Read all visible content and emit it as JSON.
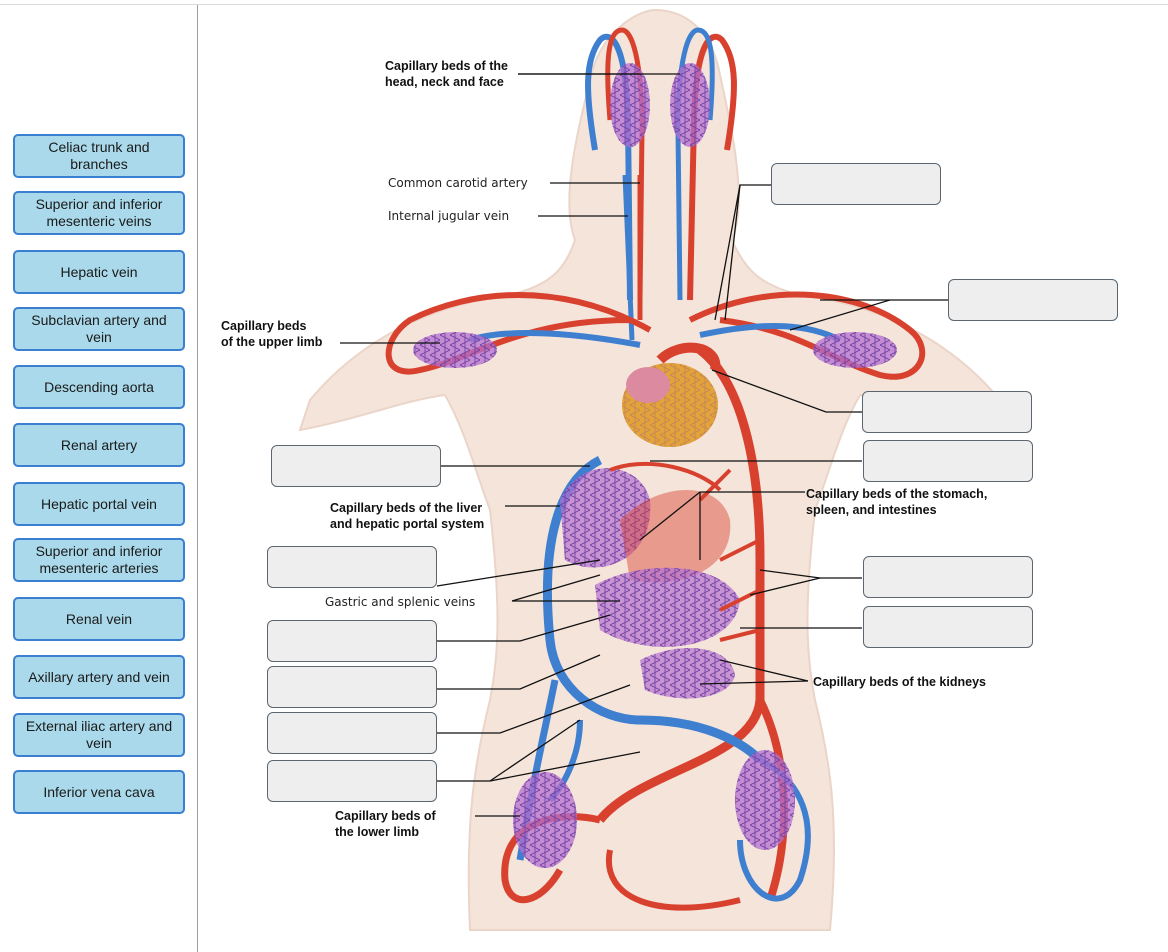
{
  "word_bank": [
    "Celiac trunk and branches",
    "Superior and inferior mesenteric veins",
    "Hepatic vein",
    "Subclavian artery and vein",
    "Descending aorta",
    "Renal artery",
    "Hepatic portal vein",
    "Superior and inferior mesenteric arteries",
    "Renal vein",
    "Axillary artery and vein",
    "External iliac artery and vein",
    "Inferior vena cava"
  ],
  "diagram_labels": {
    "head_capillaries": "Capillary beds of the\nhead, neck and face",
    "common_carotid": "Common carotid artery",
    "internal_jugular": "Internal jugular vein",
    "upper_limb": "Capillary beds\nof the upper limb",
    "liver": "Capillary beds of the liver\nand hepatic portal system",
    "stomach": "Capillary beds of the stomach,\nspleen, and intestines",
    "gastric_splenic": "Gastric and splenic veins",
    "kidneys": "Capillary beds of the kidneys",
    "lower_limb": "Capillary beds of\nthe lower limb"
  },
  "colors": {
    "artery": "#d9412f",
    "vein": "#3f7fd0",
    "capillary": "#b56fd0",
    "skin": "#f4e4da",
    "bank_fill": "#a9d9ea",
    "bank_border": "#3b7fd1",
    "drop_fill": "#eeeeee"
  }
}
